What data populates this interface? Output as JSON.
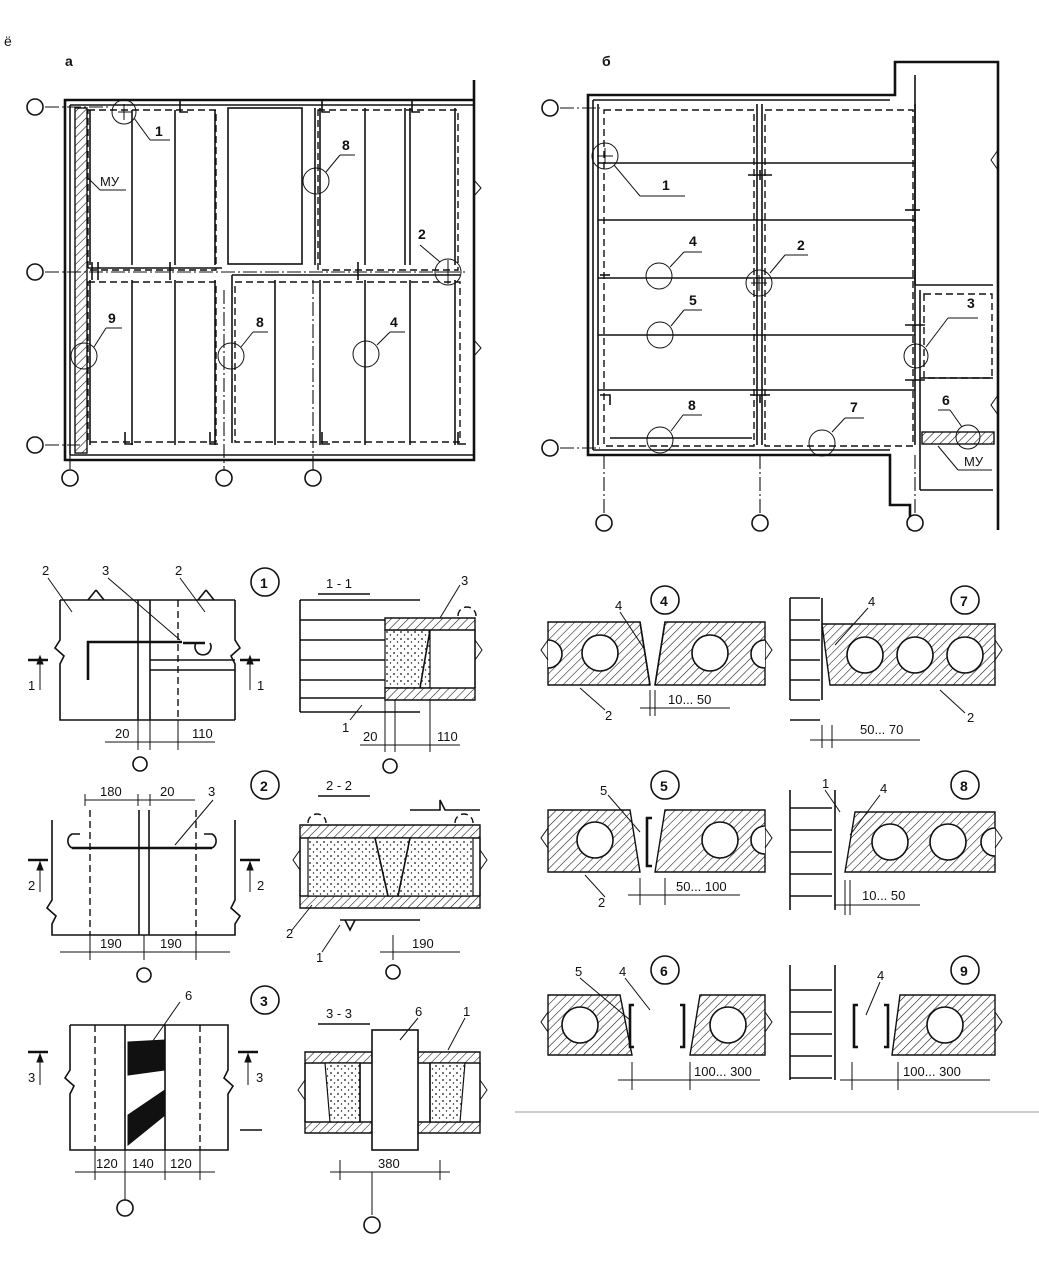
{
  "corner_mark": "ё",
  "plans": {
    "a": {
      "letter": "а",
      "callouts": [
        "1",
        "2",
        "4",
        "8",
        "8",
        "9"
      ],
      "wall_label": "МУ"
    },
    "b": {
      "letter": "б",
      "callouts": [
        "1",
        "2",
        "3",
        "4",
        "5",
        "6",
        "7",
        "8"
      ],
      "wall_label": "МУ"
    }
  },
  "details": {
    "d1": {
      "num": "1",
      "section": "1 - 1",
      "dims": [
        "20",
        "110",
        "20",
        "110"
      ],
      "refs": [
        "2",
        "3",
        "2",
        "1",
        "1",
        "3",
        "1"
      ]
    },
    "d2": {
      "num": "2",
      "section": "2 - 2",
      "dims": [
        "180",
        "20",
        "190",
        "190",
        "190"
      ],
      "refs": [
        "3",
        "2",
        "2",
        "2",
        "1"
      ]
    },
    "d3": {
      "num": "3",
      "section": "3 - 3",
      "dims": [
        "120",
        "140",
        "120",
        "380"
      ],
      "refs": [
        "6",
        "3",
        "3",
        "6",
        "1"
      ]
    },
    "d4": {
      "num": "4",
      "dims": [
        "10... 50"
      ],
      "refs": [
        "4",
        "2"
      ]
    },
    "d5": {
      "num": "5",
      "dims": [
        "50... 100"
      ],
      "refs": [
        "5",
        "2"
      ]
    },
    "d6": {
      "num": "6",
      "dims": [
        "100... 300"
      ],
      "refs": [
        "5",
        "4"
      ]
    },
    "d7": {
      "num": "7",
      "dims": [
        "50... 70"
      ],
      "refs": [
        "4",
        "2"
      ]
    },
    "d8": {
      "num": "8",
      "dims": [
        "10... 50"
      ],
      "refs": [
        "1",
        "4"
      ]
    },
    "d9": {
      "num": "9",
      "dims": [
        "100... 300"
      ],
      "refs": [
        "4"
      ]
    }
  }
}
